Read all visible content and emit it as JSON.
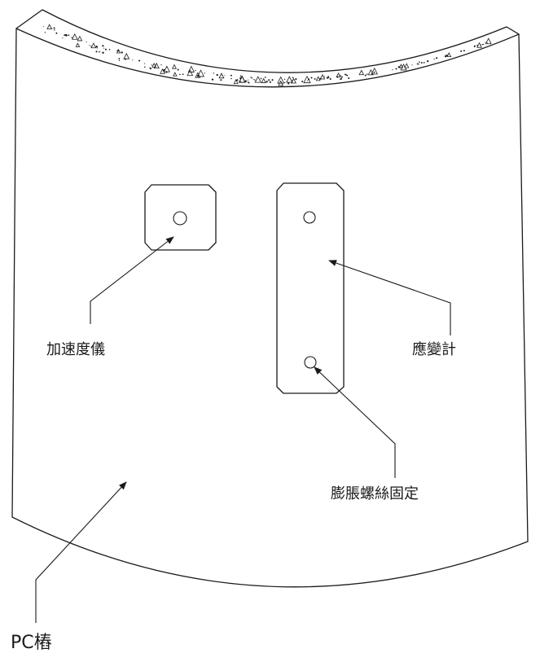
{
  "labels": {
    "accelerometer": "加速度儀",
    "strain_gauge": "應變計",
    "expansion_bolt": "膨脹螺絲固定",
    "pc_pile": "PC樁"
  },
  "colors": {
    "ink": "#1a1a1a",
    "background": "#ffffff"
  }
}
